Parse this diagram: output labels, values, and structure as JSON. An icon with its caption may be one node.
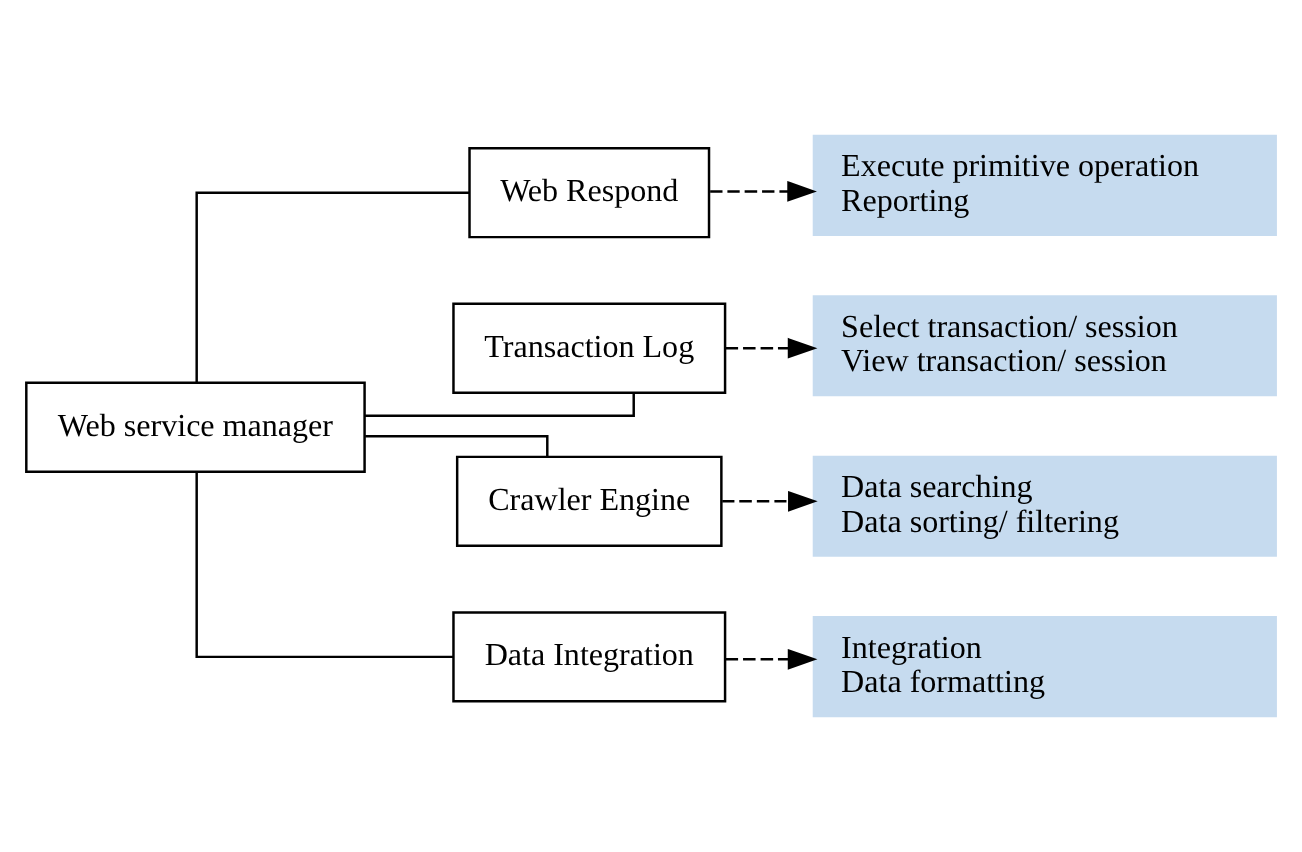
{
  "diagram": {
    "nodes": [
      {
        "text": [
          "Web service manager"
        ]
      },
      {
        "text": [
          "Web Respond"
        ]
      },
      {
        "text": [
          "Transaction Log"
        ]
      },
      {
        "text": [
          "Crawler Engine"
        ]
      },
      {
        "text": [
          "Data Integration"
        ]
      },
      {
        "text": [
          "Execute primitive operation",
          "Reporting"
        ]
      },
      {
        "text": [
          "Select transaction/ session",
          "View transaction/ session"
        ]
      },
      {
        "text": [
          "Data searching",
          "Data sorting/ filtering"
        ]
      },
      {
        "text": [
          "Integration",
          "Data formatting"
        ]
      }
    ],
    "edges": [
      {
        "from": 0,
        "to": 1,
        "arrow": "none"
      },
      {
        "from": 0,
        "to": 2,
        "arrow": "none"
      },
      {
        "from": 0,
        "to": 3,
        "arrow": "none"
      },
      {
        "from": 0,
        "to": 4,
        "arrow": "none"
      },
      {
        "from": 1,
        "to": 5,
        "arrow": "to",
        "style": "dashed"
      },
      {
        "from": 2,
        "to": 6,
        "arrow": "to",
        "style": "dashed"
      },
      {
        "from": 3,
        "to": 7,
        "arrow": "to",
        "style": "dashed"
      },
      {
        "from": 4,
        "to": 8,
        "arrow": "to",
        "style": "dashed"
      }
    ]
  }
}
